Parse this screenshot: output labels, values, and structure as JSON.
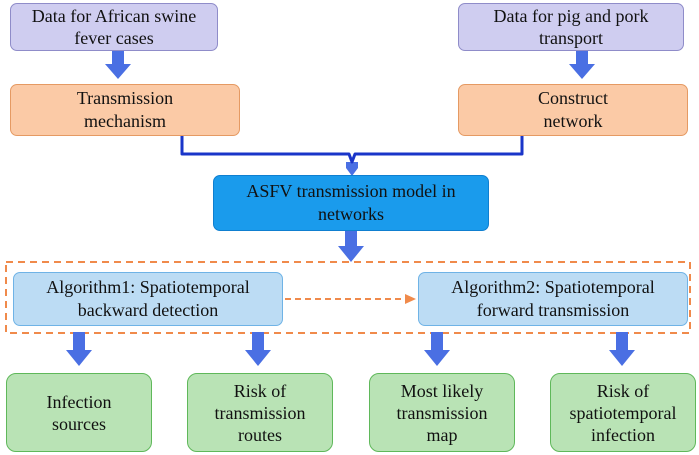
{
  "inputs": {
    "asf_cases": [
      "Data for African swine",
      "fever cases"
    ],
    "transport": [
      "Data for pig and pork",
      "transport"
    ]
  },
  "stage": {
    "mechanism": [
      "Transmission",
      "mechanism"
    ],
    "network": [
      "Construct",
      "network"
    ]
  },
  "model": [
    "ASFV transmission model in",
    "networks"
  ],
  "algorithms": {
    "backward": [
      "Algorithm1: Spatiotemporal",
      "backward detection"
    ],
    "forward": [
      "Algorithm2: Spatiotemporal",
      "forward transmission"
    ]
  },
  "outputs": {
    "sources": [
      "Infection",
      "sources"
    ],
    "routes": [
      "Risk of",
      "transmission",
      "routes"
    ],
    "map": [
      "Most likely",
      "transmission",
      "map"
    ],
    "infection": [
      "Risk of",
      "spatiotemporal",
      "infection"
    ]
  },
  "colors": {
    "arrow": "#4a6fe3",
    "connector": "#1a35c9",
    "dashed": "#f08a4b"
  }
}
